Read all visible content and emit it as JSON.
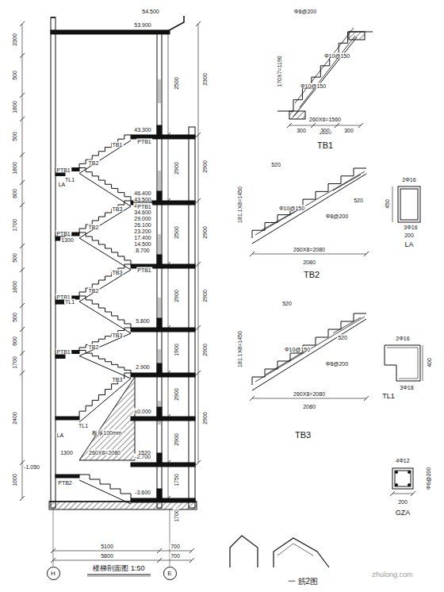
{
  "diagram": {
    "nodes": [
      {
        "text": [
          "H"
        ]
      },
      {
        "text": [
          "E"
        ]
      }
    ],
    "labels": [
      "54.500",
      "53.900",
      "43.300",
      "46.400",
      "43.500",
      "40.600",
      "34.600",
      "29.000",
      "26.100",
      "23.200",
      "17.400",
      "14.500",
      "8.700",
      "5.800",
      "2.900",
      "±0.000",
      "-1.050",
      "-2.700",
      "-3.600",
      "TB1",
      "TB2",
      "TB3",
      "TB2",
      "TB3",
      "TB2",
      "TB3",
      "TB2",
      "TB3",
      "PTB1",
      "PTB1",
      "PTB1",
      "PTB1",
      "PTB1",
      "PTB1",
      "PTB1",
      "TL1",
      "TL1",
      "TL1",
      "LA",
      "LA",
      "1300",
      "260X8=2080",
      "1300",
      "1520",
      "板厚100mm",
      "PTB2",
      "2300",
      "500",
      "1800",
      "500",
      "1800",
      "600",
      "1700",
      "500",
      "1800",
      "500",
      "600",
      "1700",
      "2400",
      "1000",
      "2500",
      "2900",
      "2500",
      "2900",
      "1900",
      "2900",
      "2900",
      "1750",
      "1700",
      "2900",
      "2900",
      "2900",
      "2900",
      "2900",
      "2300",
      "5100",
      "700",
      "5800",
      "700",
      "楼梯剖面图 1:50",
      "TB1",
      "170X7=1190",
      "260X6=1560",
      "1560",
      "300",
      "300",
      "300",
      "Φ8@200",
      "Φ10@150",
      "Φ10@150",
      "520",
      "520",
      "181.1X8=1450",
      "Φ10@150",
      "Φ8@200",
      "260X8=2080",
      "2080",
      "TB2",
      "520",
      "520",
      "181.1X8=1450",
      "Φ10@150",
      "Φ8@200",
      "260X8=2080",
      "2080",
      "TB3",
      "2Φ16",
      "450",
      "3Φ16",
      "200",
      "LA",
      "2Φ16",
      "400",
      "3Φ18",
      "TL1",
      "4Φ12",
      "Φ6@200",
      "200",
      "GZA",
      "一 筋2图",
      "zhulong.com"
    ]
  }
}
